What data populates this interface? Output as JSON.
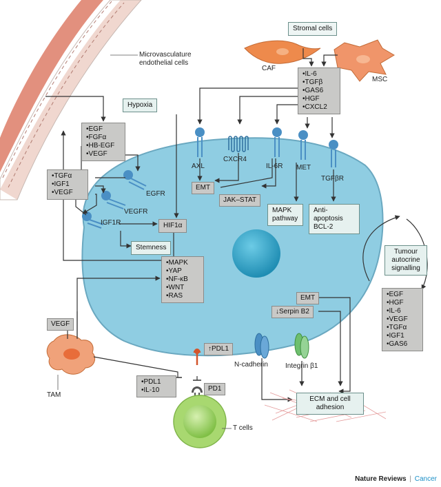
{
  "labels": {
    "microvasculature": "Microvasculature endothelial cells",
    "stromal_cells": "Stromal cells",
    "caf": "CAF",
    "msc": "MSC",
    "hypoxia": "Hypoxia",
    "tam": "TAM",
    "t_cells": "T cells",
    "tumour_signalling": "Tumour autocrine signalling",
    "ecm": "ECM and cell adhesion",
    "stemness": "Stemness",
    "emt_top": "EMT",
    "emt_right": "EMT",
    "jak_stat": "JAK–STAT",
    "mapk_pathway": "MAPK pathway",
    "anti_apoptosis": "Anti-apoptosis BCL-2",
    "hif1a": "HIF1α",
    "serpin": "↓Serpin B2",
    "pdl1_up": "↑PDL1",
    "vegf_tam": "VEGF"
  },
  "receptors": {
    "axl": "AXL",
    "cxcr4": "CXCR4",
    "il6r": "IL-6R",
    "met": "MET",
    "tgfbr": "TGFβR",
    "egfr": "EGFR",
    "vegfr": "VEGFR",
    "igf1r": "IGF1R",
    "pd1": "PD1",
    "n_cadherin": "N-cadherin",
    "integrin": "Integrin β1"
  },
  "lists": {
    "stromal_factors": [
      "IL-6",
      "TGFβ",
      "GAS6",
      "HGF",
      "CXCL2"
    ],
    "endothelial_factors": [
      "EGF",
      "FGFα",
      "HB-EGF",
      "VEGF"
    ],
    "left_factors": [
      "TGFα",
      "IGF1",
      "VEGF"
    ],
    "intracellular": [
      "MAPK",
      "YAP",
      "NF-κB",
      "WNT",
      "RAS"
    ],
    "autocrine": [
      "EGF",
      "HGF",
      "IL-6",
      "VEGF",
      "TGFα",
      "IGF1",
      "GAS6"
    ],
    "tam_factors": [
      "PDL1",
      "IL-10"
    ]
  },
  "credit": {
    "journal": "Nature Reviews",
    "separator": "|",
    "section": "Cancer"
  },
  "colors": {
    "cell_fill": "#8fcde2",
    "cell_stroke": "#6aa8c0",
    "nucleus": "#2a9dc0",
    "vessel": "#e2907e",
    "caf": "#ee8a4c",
    "receptor": "#4a8fc4",
    "tcell": "#9acd5e",
    "arrow": "#333333"
  }
}
